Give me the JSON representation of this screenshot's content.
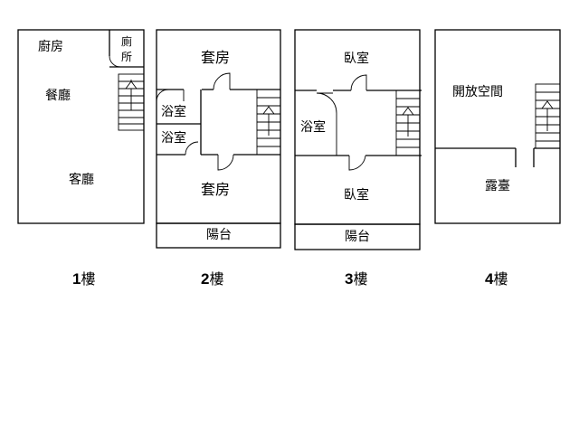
{
  "floors": [
    {
      "num": "1",
      "suffix": "樓",
      "rooms": {
        "kitchen": "廚房",
        "wc_top": "廁",
        "wc_bottom": "所",
        "dining": "餐廳",
        "living": "客廳"
      }
    },
    {
      "num": "2",
      "suffix": "樓",
      "rooms": {
        "suite_top": "套房",
        "bath_top": "浴室",
        "bath_bottom": "浴室",
        "suite_bottom": "套房",
        "balcony": "陽台"
      }
    },
    {
      "num": "3",
      "suffix": "樓",
      "rooms": {
        "bedroom_top": "臥室",
        "bath": "浴室",
        "bedroom_bottom": "臥室",
        "balcony": "陽台"
      }
    },
    {
      "num": "4",
      "suffix": "樓",
      "rooms": {
        "open_space": "開放空間",
        "terrace": "露臺"
      }
    }
  ]
}
